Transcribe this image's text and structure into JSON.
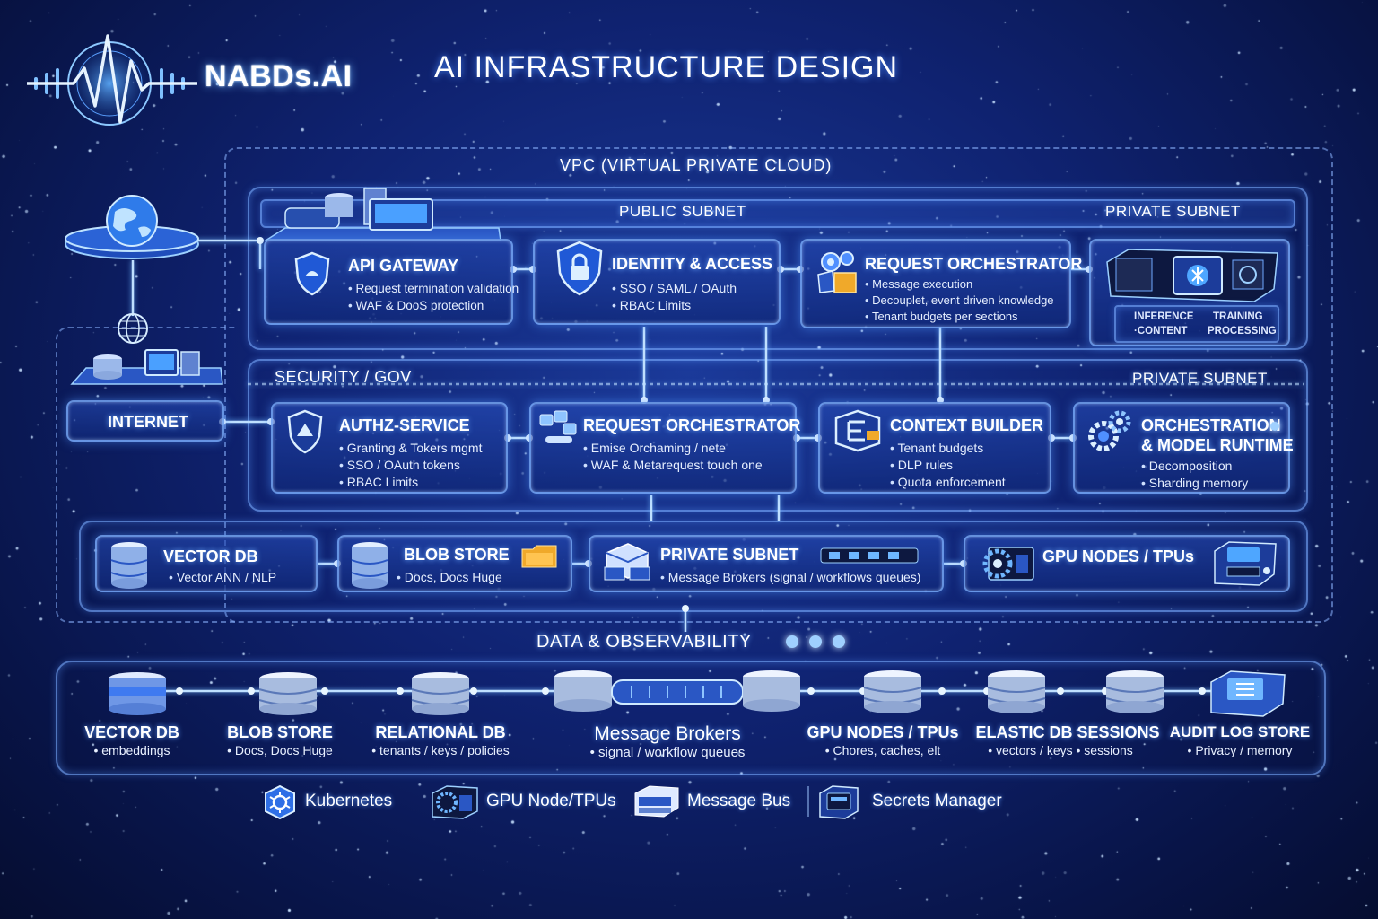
{
  "brand": {
    "name": "NABDs.AI"
  },
  "title": "AI INFRASTRUCTURE DESIGN",
  "vpc_label": "VPC (VIRTUAL PRIVATE CLOUD)",
  "sections": {
    "public_subnet": "PUBLIC SUBNET",
    "private_subnet_top": "PRIVATE SUBNET",
    "security_gov": "SECURITY / GOV",
    "private_subnet_mid": "PRIVATE SUBNET",
    "data_observability": "DATA & OBSERVABILITY"
  },
  "internet": {
    "label": "INTERNET"
  },
  "row1": {
    "api_gateway": {
      "title": "API GATEWAY",
      "items": [
        "Request termination validation",
        "WAF & DooS protection"
      ]
    },
    "identity": {
      "title": "IDENTITY & ACCESS",
      "items": [
        "SSO / SAML / OAuth",
        "RBAC Limits"
      ]
    },
    "orchestrator": {
      "title": "REQUEST ORCHESTRATOR",
      "items": [
        "Message execution",
        "Decouplet, event driven knowledge",
        "Tenant budgets per sections"
      ]
    },
    "gpu_box": {
      "inference": "INFERENCE",
      "content": "·CONTENT",
      "training": "TRAINING",
      "processing": "PROCESSING"
    }
  },
  "row2": {
    "authz": {
      "title": "AUTHZ-SERVICE",
      "items": [
        "Granting & Tokers mgmt",
        "SSO / OAuth tokens",
        "RBAC Limits"
      ]
    },
    "orchestrator": {
      "title": "REQUEST ORCHESTRATOR",
      "items": [
        "Emise Orchaming / nete",
        "WAF & Metarequest touch one"
      ]
    },
    "context": {
      "title": "CONTEXT BUILDER",
      "items": [
        "Tenant budgets",
        "DLP rules",
        "Quota enforcement"
      ]
    },
    "runtime": {
      "title1": "ORCHESTRATION",
      "title2": "& MODEL RUNTIME",
      "items": [
        "Decomposition",
        "Sharding memory"
      ]
    }
  },
  "row3": {
    "vector": {
      "title": "VECTOR DB",
      "items": [
        "Vector ANN / NLP"
      ]
    },
    "blob": {
      "title": "BLOB STORE",
      "items": [
        "Docs, Docs Huge"
      ]
    },
    "private": {
      "title": "PRIVATE SUBNET",
      "items": [
        "Message Brokers (signal / workflows queues)"
      ]
    },
    "gpu": {
      "title": "GPU NODES / TPUs"
    }
  },
  "stores": [
    {
      "title": "VECTOR DB",
      "sub": "• embeddings"
    },
    {
      "title": "BLOB STORE",
      "sub": "• Docs, Docs Huge"
    },
    {
      "title": "RELATIONAL DB",
      "sub": "• tenants / keys / policies"
    },
    {
      "title": "Message Brokers",
      "sub": "• signal / workflow queues"
    },
    {
      "title": "GPU NODES / TPUs",
      "sub": "• Chores, caches, elt"
    },
    {
      "title": "ELASTIC DB  SESSIONS",
      "sub": "• vectors / keys • sessions"
    },
    {
      "title": "AUDIT LOG STORE",
      "sub": "• Privacy / memory"
    }
  ],
  "legend": [
    {
      "label": "Kubernetes",
      "icon": "kubernetes-icon"
    },
    {
      "label": "GPU Node/TPUs",
      "icon": "gpu-icon"
    },
    {
      "label": "Message Bus",
      "icon": "message-bus-icon"
    },
    {
      "label": "Secrets Manager",
      "icon": "secrets-icon"
    }
  ],
  "colors": {
    "accent": "#6fb6ff",
    "background": "#0f2270",
    "card": "#1c3c9a"
  }
}
